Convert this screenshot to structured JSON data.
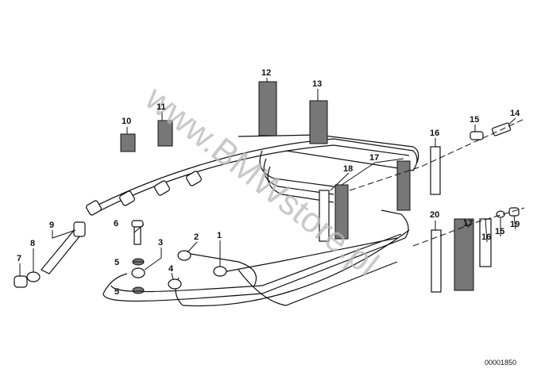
{
  "watermark": "www.BMWstore.pl",
  "diagram_number": "00001850",
  "callouts": [
    {
      "id": "c1",
      "label": "1"
    },
    {
      "id": "c2",
      "label": "2"
    },
    {
      "id": "c3",
      "label": "3"
    },
    {
      "id": "c4",
      "label": "4"
    },
    {
      "id": "c5a",
      "label": "5"
    },
    {
      "id": "c5b",
      "label": "5"
    },
    {
      "id": "c6",
      "label": "6"
    },
    {
      "id": "c7",
      "label": "7"
    },
    {
      "id": "c8",
      "label": "8"
    },
    {
      "id": "c9",
      "label": "9"
    },
    {
      "id": "c10",
      "label": "10"
    },
    {
      "id": "c11",
      "label": "11"
    },
    {
      "id": "c12",
      "label": "12"
    },
    {
      "id": "c13",
      "label": "13"
    },
    {
      "id": "c14",
      "label": "14"
    },
    {
      "id": "c15a",
      "label": "15"
    },
    {
      "id": "c16a",
      "label": "16"
    },
    {
      "id": "c17a",
      "label": "17"
    },
    {
      "id": "c18",
      "label": "18"
    },
    {
      "id": "c15b",
      "label": "15"
    },
    {
      "id": "c16b",
      "label": "16"
    },
    {
      "id": "c17b",
      "label": "17"
    },
    {
      "id": "c19",
      "label": "19"
    },
    {
      "id": "c20",
      "label": "20"
    }
  ]
}
